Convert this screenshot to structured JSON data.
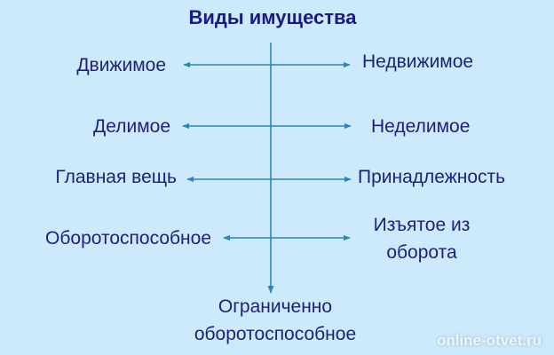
{
  "title": "Виды имущества",
  "colors": {
    "background": "#cde9fc",
    "text": "#1f1f7a",
    "lines": "#2a88b8"
  },
  "rows": [
    {
      "left": "Движимое",
      "right": "Недвижимое"
    },
    {
      "left": "Делимое",
      "right": "Неделимое"
    },
    {
      "left": "Главная вещь",
      "right": "Принадлежность"
    },
    {
      "left": "Оборотоспособное",
      "right_line1": "Изъятое из",
      "right_line2": "оборота"
    }
  ],
  "bottom": {
    "line1": "Ограниченно",
    "line2": "оборотоспособное"
  },
  "watermark": "online-otvet.ru"
}
